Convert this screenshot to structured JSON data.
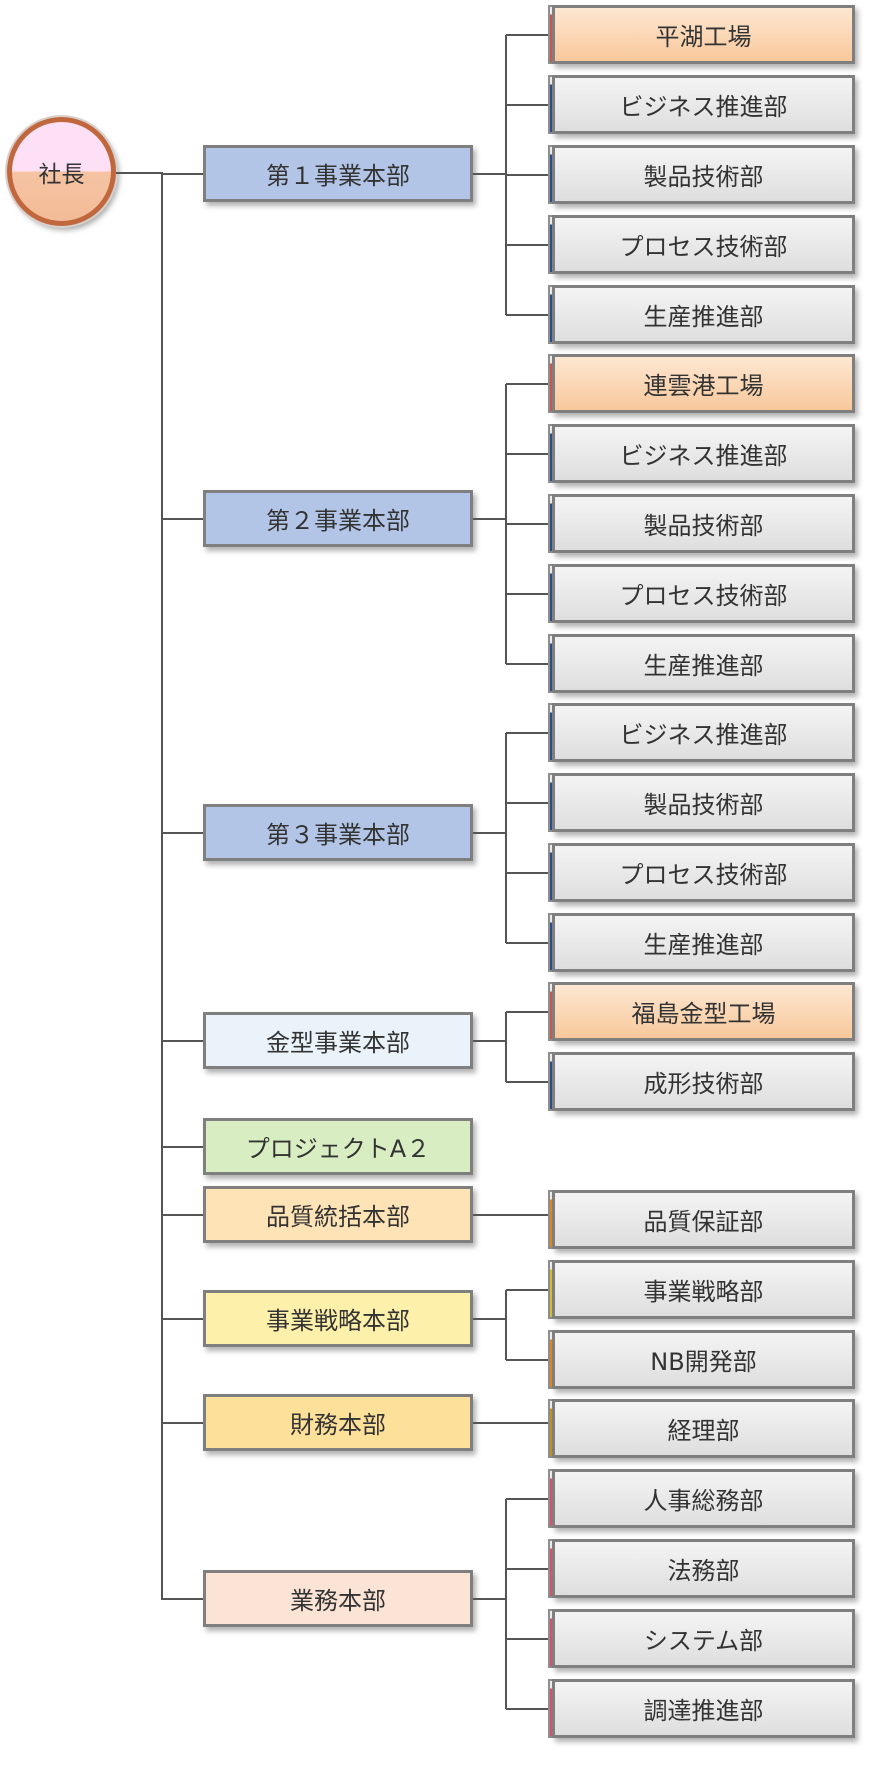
{
  "colors": {
    "line": "#555555",
    "divisions": {
      "d1": "#b3c5e6",
      "d2": "#b3c5e6",
      "d3": "#b3c5e6",
      "mold": "#e9f3f9",
      "proj": "#d8eec2",
      "quality": "#fde3b6",
      "strategy": "#fdf0aa",
      "finance": "#fde19a",
      "operations": "#fbe4d6"
    },
    "accents": {
      "factory": "#c95b50",
      "blue": "#2b4f8c",
      "orange": "#e08a20",
      "yellow": "#d6c22c",
      "gold": "#c29421",
      "pink": "#d9566e"
    }
  },
  "root": {
    "label": "社長"
  },
  "divisions": [
    {
      "key": "d1",
      "label": "第１事業本部",
      "depts": [
        {
          "label": "平湖工場",
          "kind": "factory"
        },
        {
          "label": "ビジネス推進部",
          "kind": "blue"
        },
        {
          "label": "製品技術部",
          "kind": "blue"
        },
        {
          "label": "プロセス技術部",
          "kind": "blue"
        },
        {
          "label": "生産推進部",
          "kind": "blue"
        }
      ]
    },
    {
      "key": "d2",
      "label": "第２事業本部",
      "depts": [
        {
          "label": "連雲港工場",
          "kind": "factory"
        },
        {
          "label": "ビジネス推進部",
          "kind": "blue"
        },
        {
          "label": "製品技術部",
          "kind": "blue"
        },
        {
          "label": "プロセス技術部",
          "kind": "blue"
        },
        {
          "label": "生産推進部",
          "kind": "blue"
        }
      ]
    },
    {
      "key": "d3",
      "label": "第３事業本部",
      "depts": [
        {
          "label": "ビジネス推進部",
          "kind": "blue"
        },
        {
          "label": "製品技術部",
          "kind": "blue"
        },
        {
          "label": "プロセス技術部",
          "kind": "blue"
        },
        {
          "label": "生産推進部",
          "kind": "blue"
        }
      ]
    },
    {
      "key": "mold",
      "label": "金型事業本部",
      "depts": [
        {
          "label": "福島金型工場",
          "kind": "factory"
        },
        {
          "label": "成形技術部",
          "kind": "blue"
        }
      ]
    },
    {
      "key": "proj",
      "label": "プロジェクトA２",
      "depts": []
    },
    {
      "key": "quality",
      "label": "品質統括本部",
      "depts": [
        {
          "label": "品質保証部",
          "kind": "orange"
        }
      ]
    },
    {
      "key": "strategy",
      "label": "事業戦略本部",
      "depts": [
        {
          "label": "事業戦略部",
          "kind": "yellow"
        },
        {
          "label": "NB開発部",
          "kind": "orange"
        }
      ]
    },
    {
      "key": "finance",
      "label": "財務本部",
      "depts": [
        {
          "label": "経理部",
          "kind": "gold"
        }
      ]
    },
    {
      "key": "operations",
      "label": "業務本部",
      "depts": [
        {
          "label": "人事総務部",
          "kind": "pink"
        },
        {
          "label": "法務部",
          "kind": "pink"
        },
        {
          "label": "システム部",
          "kind": "pink"
        },
        {
          "label": "調達推進部",
          "kind": "pink"
        }
      ]
    }
  ]
}
